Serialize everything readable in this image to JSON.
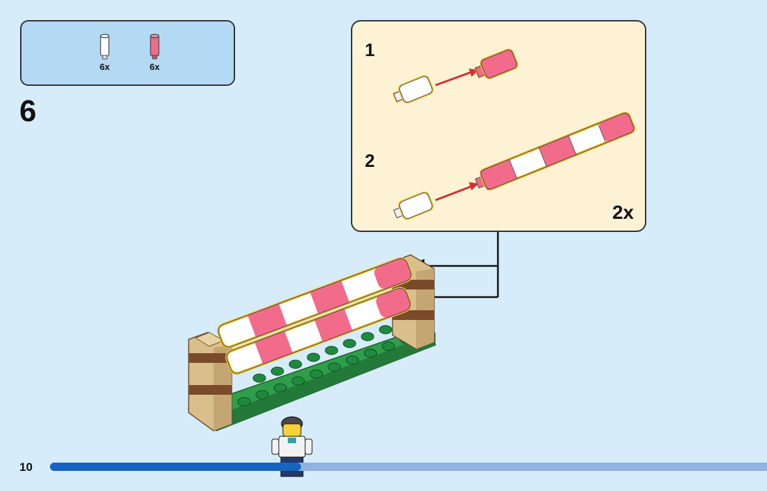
{
  "parts_list": {
    "items": [
      {
        "name": "white bar holder",
        "color": "#ffffff",
        "qty": "6x"
      },
      {
        "name": "pink bar holder",
        "color": "#f26b8a",
        "qty": "6x"
      }
    ]
  },
  "step": {
    "number": "6"
  },
  "callout": {
    "substeps": [
      "1",
      "2"
    ],
    "multiplier": "2x"
  },
  "footer": {
    "page_number": "10",
    "progress_fraction": 0.35
  },
  "colors": {
    "background": "#d6ecfa",
    "parts_box": "#b3d9f5",
    "callout_bg": "#fdf2d4",
    "pink": "#f26b8a",
    "white_piece": "#ffffff",
    "tan": "#d9bf8c",
    "brown": "#7a4a2a",
    "green": "#2f9e4a",
    "arrow_red": "#d32f2f",
    "progress_active": "#1565c0",
    "progress_rest": "#8fb2e0"
  }
}
